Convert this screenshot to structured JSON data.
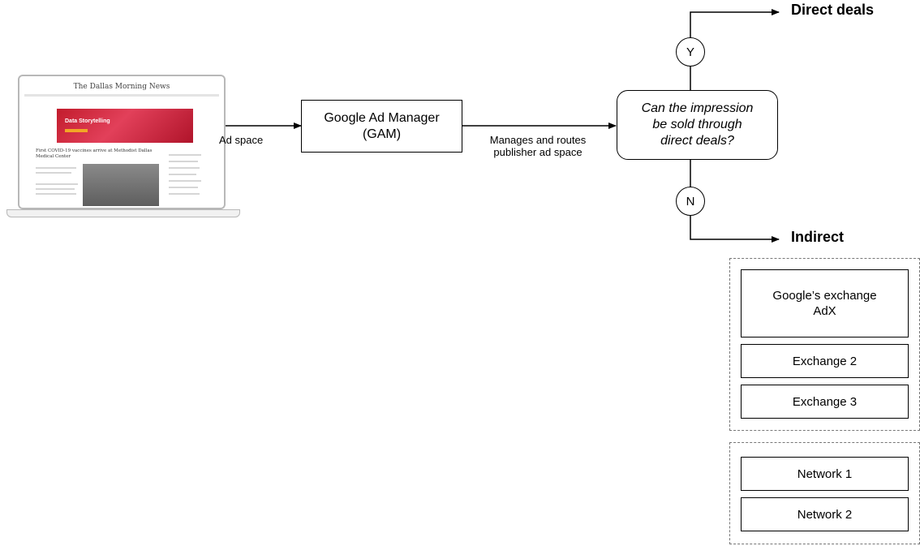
{
  "laptop": {
    "newspaper_title": "The Dallas Morning News",
    "banner_text": "Data Storytelling",
    "headline": "First COVID-19 vaccines arrive at Methodist Dallas Medical Center"
  },
  "edges": {
    "ad_space": "Ad space",
    "manages_line1": "Manages and routes",
    "manages_line2": "publisher ad space"
  },
  "gam": {
    "line1": "Google Ad Manager",
    "line2": "(GAM)"
  },
  "decision": {
    "line1": "Can the impression",
    "line2": "be sold through",
    "line3": "direct deals?"
  },
  "yes_label": "Y",
  "no_label": "N",
  "direct_deals": "Direct deals",
  "indirect": "Indirect",
  "exchanges": {
    "adx_line1": "Google’s exchange",
    "adx_line2": "AdX",
    "exchange2": "Exchange 2",
    "exchange3": "Exchange 3"
  },
  "networks": {
    "network1": "Network 1",
    "network2": "Network 2"
  }
}
